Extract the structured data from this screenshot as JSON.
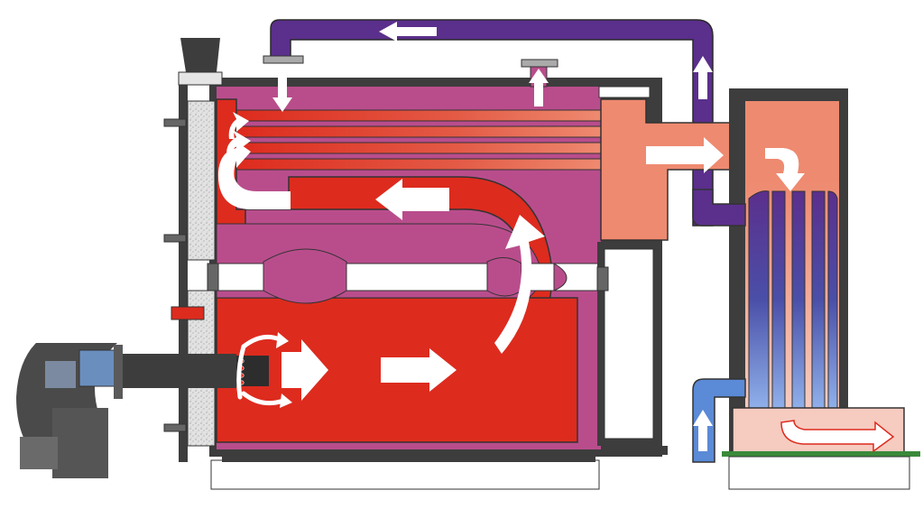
{
  "diagram": {
    "type": "boiler-cross-section",
    "labels": []
  },
  "colors": {
    "water_pink": "#b94d8c",
    "flame_red": "#dd2b1e",
    "flue_salmon": "#ee8a70",
    "return_purple": "#5b2f8c",
    "cold_blue": "#5b8ad6",
    "economizer_pink": "#f6cbc0",
    "casing_dark": "#3d3d3d",
    "insulation_grey": "#d6d6d6",
    "burner_grey": "#4a4a4a",
    "base_green": "#3a8a3a",
    "arrow_white": "#ffffff"
  },
  "icons": [
    "flow-arrow-left",
    "flow-arrow-right",
    "flow-arrow-up",
    "flow-arrow-down",
    "curved-arrow-up",
    "recirculation-arrows"
  ]
}
